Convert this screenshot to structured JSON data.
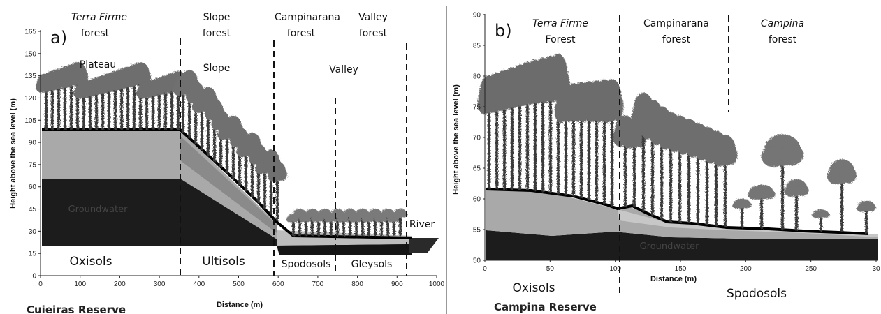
{
  "panel_a": {
    "label": "a)",
    "y_axis_title": "Height above the sea level (m)",
    "x_axis_title": "Distance (m)",
    "y_ticks": [
      "0",
      "15",
      "30",
      "45",
      "60",
      "75",
      "90",
      "105",
      "120",
      "135",
      "150",
      "165"
    ],
    "x_ticks": [
      "0",
      "100",
      "200",
      "300",
      "400",
      "500",
      "600",
      "700",
      "800",
      "900",
      "1000"
    ],
    "forest_headers": {
      "terra_firme_1": "Terra Firme",
      "terra_firme_2": "forest",
      "slope_1": "Slope",
      "slope_2": "forest",
      "campinarana_1": "Campinarana",
      "campinarana_2": "forest",
      "valley_1": "Valley",
      "valley_2": "forest"
    },
    "zones": {
      "plateau": "Plateau",
      "slope": "Slope",
      "valley": "Valley",
      "river": "River"
    },
    "soils": {
      "oxisols": "Oxisols",
      "ultisols": "Ultisols",
      "spodosols": "Spodosols",
      "gleysols": "Gleysols"
    },
    "groundwater": "Groundwater",
    "reserve": "Cuieiras Reserve"
  },
  "panel_b": {
    "label": "b)",
    "y_axis_title": "Height above the sea level (m)",
    "x_axis_title": "Distance (m)",
    "y_ticks": [
      "50",
      "55",
      "60",
      "65",
      "70",
      "75",
      "80",
      "85",
      "90"
    ],
    "x_ticks": [
      "0",
      "50",
      "100",
      "150",
      "200",
      "250",
      "30"
    ],
    "forest_headers": {
      "terra_firme_1": "Terra Firme",
      "terra_firme_2": "Forest",
      "campinarana_1": "Campinarana",
      "campinarana_2": "forest",
      "campina_1": "Campina",
      "campina_2": "forest"
    },
    "soils": {
      "oxisols": "Oxisols",
      "spodosols": "Spodosols"
    },
    "groundwater": "Groundwater",
    "reserve": "Campina Reserve"
  },
  "colors": {
    "groundwater": "#1c1c1c",
    "soil_light": "#a9a9a9",
    "soil_mid": "#8a8a8a",
    "surface_line": "#000000",
    "canopy": "#6b6b6b",
    "trunk": "#3a3a3a"
  }
}
